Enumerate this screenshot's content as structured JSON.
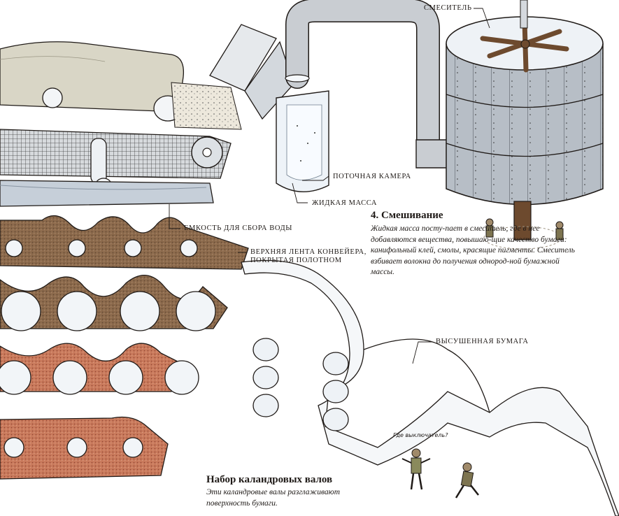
{
  "labels": {
    "mixer": "Смеситель",
    "flow_chamber": "Поточная камера",
    "liquid_mass": "Жидкая масса",
    "water_tank": "Емкость для сбора воды",
    "upper_belt": "Верхняя лента конвейера, покрытая полотном",
    "dried_paper": "Высушенная бумага"
  },
  "section_mixing": {
    "title": "4. Смешивание",
    "body": "Жидкая масса посту-пает в смеситель, где в нее добавляются вещества, повышаю-щие качество бумаги: канифольный клей, смолы, красящие пигменты. Смеситель взбивает волокна до получения однород-ной бумажной массы."
  },
  "section_calender": {
    "title": "Набор каландровых валов",
    "body": "Эти каландровые валы разглаживают поверхность бумаги."
  },
  "speech_bubble": "Где выключатель?",
  "colors": {
    "ink": "#1f1a17",
    "felt_brown": "#8c6a4c",
    "felt_red": "#b5664a",
    "metal": "#c9cdd2",
    "pulp": "#e8eef4",
    "wood": "#6d4a2e"
  }
}
